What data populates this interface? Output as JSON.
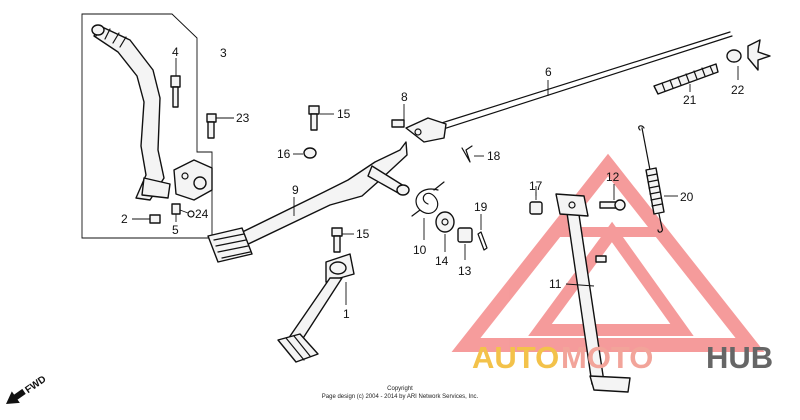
{
  "diagram": {
    "callouts": [
      "1",
      "2",
      "3",
      "4",
      "5",
      "6",
      "8",
      "9",
      "10",
      "11",
      "12",
      "13",
      "14",
      "15",
      "15",
      "16",
      "17",
      "18",
      "19",
      "20",
      "21",
      "22",
      "23",
      "24"
    ],
    "fwd_label": "FWD",
    "copyright_line1": "Copyright",
    "copyright_line2": "Page design (c) 2004 - 2014 by ARI Network Services, Inc."
  },
  "watermark": {
    "part1": "AUTO",
    "part2": "MOTO",
    "part3": "HUB",
    "color_auto": "#f3c24a",
    "color_moto": "#f2a49a",
    "color_hub": "#666666",
    "triangle_color": "#ee4a4a"
  }
}
